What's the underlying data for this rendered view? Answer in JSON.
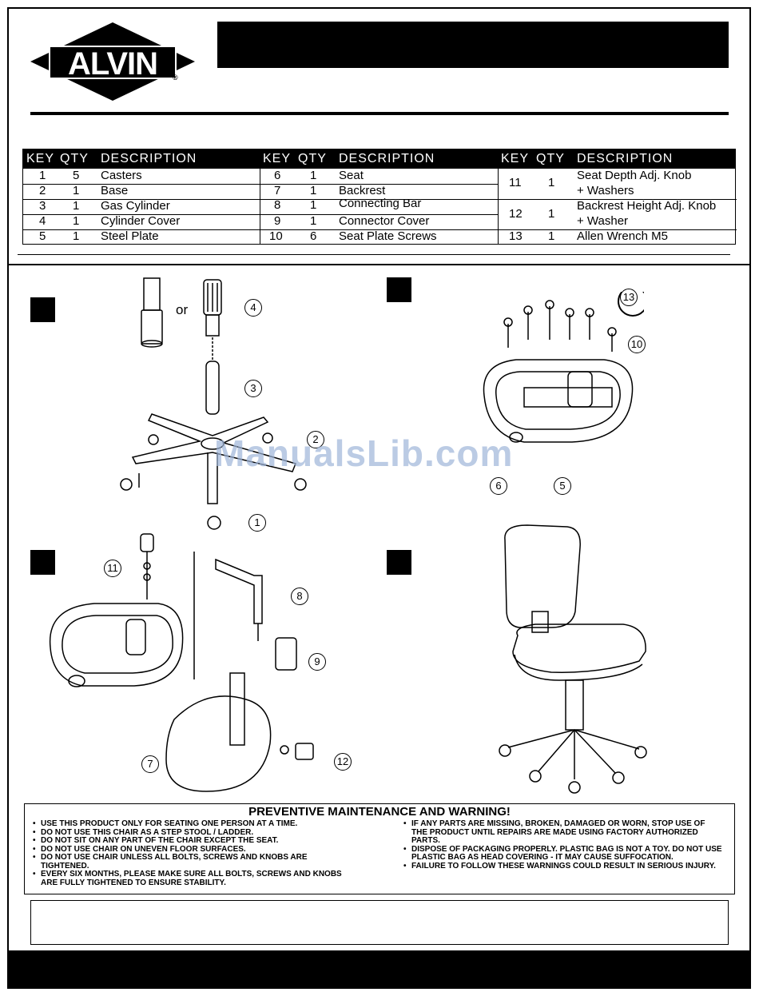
{
  "brand": {
    "logo_text": "ALVIN",
    "registered": "®"
  },
  "parts_table": {
    "headers": {
      "key": "KEY",
      "qty": "QTY",
      "description": "DESCRIPTION"
    },
    "col1": [
      {
        "key": "1",
        "qty": "5",
        "desc": "Casters"
      },
      {
        "key": "2",
        "qty": "1",
        "desc": "Base"
      },
      {
        "key": "3",
        "qty": "1",
        "desc": "Gas Cylinder"
      },
      {
        "key": "4",
        "qty": "1",
        "desc": "Cylinder Cover"
      },
      {
        "key": "5",
        "qty": "1",
        "desc": "Steel Plate"
      }
    ],
    "col2": [
      {
        "key": "6",
        "qty": "1",
        "desc": "Seat"
      },
      {
        "key": "7",
        "qty": "1",
        "desc": "Backrest"
      },
      {
        "key": "8",
        "qty": "1",
        "desc": "Connecting Bar"
      },
      {
        "key": "9",
        "qty": "1",
        "desc": "Connector Cover"
      },
      {
        "key": "10",
        "qty": "6",
        "desc": "Seat Plate Screws"
      }
    ],
    "col3": [
      {
        "key": "11",
        "qty": "1",
        "desc1": "Seat Depth Adj. Knob",
        "desc2": "+ Washers"
      },
      {
        "key": "12",
        "qty": "1",
        "desc1": "Backrest Height Adj. Knob",
        "desc2": "+ Washer"
      },
      {
        "key": "13",
        "qty": "1",
        "desc1": "Allen Wrench M5",
        "desc2": ""
      }
    ]
  },
  "diagram": {
    "or_label": "or",
    "callouts": [
      "1",
      "2",
      "3",
      "4",
      "5",
      "6",
      "7",
      "8",
      "9",
      "10",
      "11",
      "12",
      "13"
    ]
  },
  "watermark": "ManualsLib.com",
  "warning": {
    "title": "PREVENTIVE MAINTENANCE AND WARNING!",
    "left": [
      "USE THIS PRODUCT ONLY FOR SEATING ONE PERSON AT A TIME.",
      "DO NOT USE THIS CHAIR AS A STEP STOOL / LADDER.",
      "DO NOT SIT ON ANY PART OF THE CHAIR EXCEPT THE SEAT.",
      "DO NOT USE CHAIR ON UNEVEN FLOOR SURFACES.",
      "DO NOT USE CHAIR UNLESS ALL BOLTS, SCREWS AND KNOBS ARE TIGHTENED.",
      "EVERY SIX MONTHS, PLEASE MAKE SURE ALL BOLTS, SCREWS AND KNOBS ARE FULLY TIGHTENED TO ENSURE STABILITY."
    ],
    "right": [
      "IF ANY PARTS ARE MISSING, BROKEN, DAMAGED OR WORN, STOP USE OF THE PRODUCT UNTIL REPAIRS ARE MADE USING FACTORY AUTHORIZED PARTS.",
      "DISPOSE OF PACKAGING PROPERLY. PLASTIC BAG IS NOT A TOY. DO NOT USE PLASTIC BAG AS HEAD COVERING - IT MAY CAUSE SUFFOCATION.",
      "FAILURE TO FOLLOW THESE WARNINGS COULD RESULT IN SERIOUS INJURY."
    ]
  }
}
